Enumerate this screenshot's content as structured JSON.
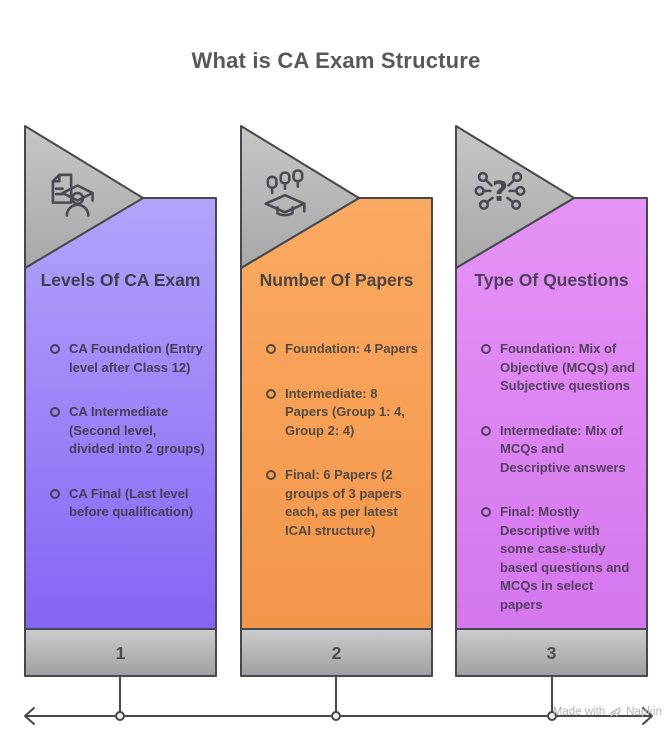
{
  "page": {
    "title": "What is CA Exam Structure"
  },
  "watermark": {
    "prefix": "Made with",
    "brand": "Napkin"
  },
  "columns": [
    {
      "number": "1",
      "title": "Levels Of CA Exam",
      "icon": "document-graduate-icon",
      "colors": {
        "top": "#b3a4fb",
        "bottom": "#8465f4"
      },
      "bullets": [
        "CA Foundation (Entry level after Class 12)",
        "CA Intermediate (Second level, divided into 2 groups)",
        "CA Final (Last level before qualification)"
      ]
    },
    {
      "number": "2",
      "title": "Number Of Papers",
      "icon": "pins-graduation-cap-icon",
      "colors": {
        "top": "#fbaa62",
        "bottom": "#f2964a"
      },
      "bullets": [
        "Foundation: 4 Papers",
        "Intermediate: 8 Papers (Group 1: 4, Group 2: 4)",
        "Final: 6 Papers (2 groups of 3 papers each, as per latest ICAI structure)"
      ]
    },
    {
      "number": "3",
      "title": "Type Of Questions",
      "icon": "question-options-icon",
      "icon_glyph": "?",
      "colors": {
        "top": "#e593f5",
        "bottom": "#d477ee"
      },
      "bullets": [
        "Foundation: Mix of Objective (MCQs) and Subjective questions",
        "Intermediate: Mix of MCQs and Descriptive answers",
        "Final: Mostly Descriptive with some case-study based questions and MCQs in select papers"
      ]
    }
  ]
}
